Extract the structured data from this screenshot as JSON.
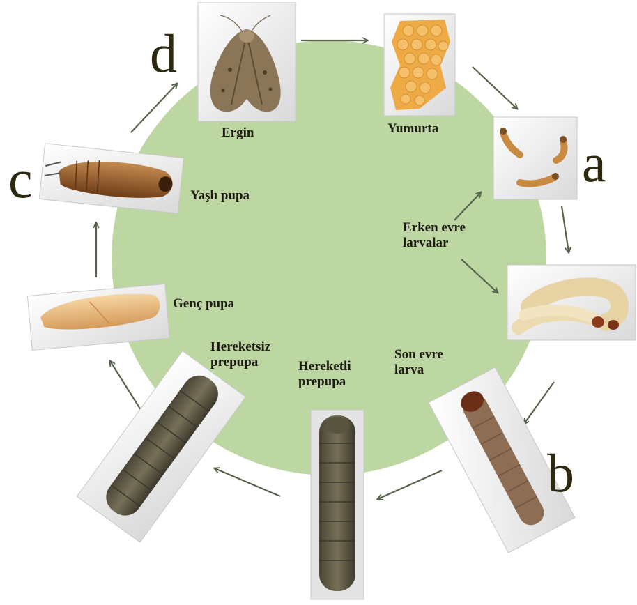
{
  "colors": {
    "cycle_circle": "#bdd7a2",
    "arrow": "#55634a",
    "letter": "#2e2a12"
  },
  "stages": {
    "ergin": "Ergin",
    "yumurta": "Yumurta",
    "erken_evre": [
      "Erken evre",
      "larvalar"
    ],
    "son_evre": [
      "Son evre",
      "larva"
    ],
    "hareketli": [
      "Hereketli",
      "prepupa"
    ],
    "hareketsiz": [
      "Hereketsiz",
      "prepupa"
    ],
    "genc_pupa": "Genç pupa",
    "yasli_pupa": "Yaşlı pupa"
  },
  "letters": {
    "a": "a",
    "b": "b",
    "c": "c",
    "d": "d"
  },
  "photos": [
    "adult-moth",
    "egg-cluster",
    "early-larvae",
    "late-larvae",
    "last-instar-larva",
    "mobile-prepupa",
    "immobile-prepupa",
    "young-pupa",
    "old-pupa"
  ]
}
